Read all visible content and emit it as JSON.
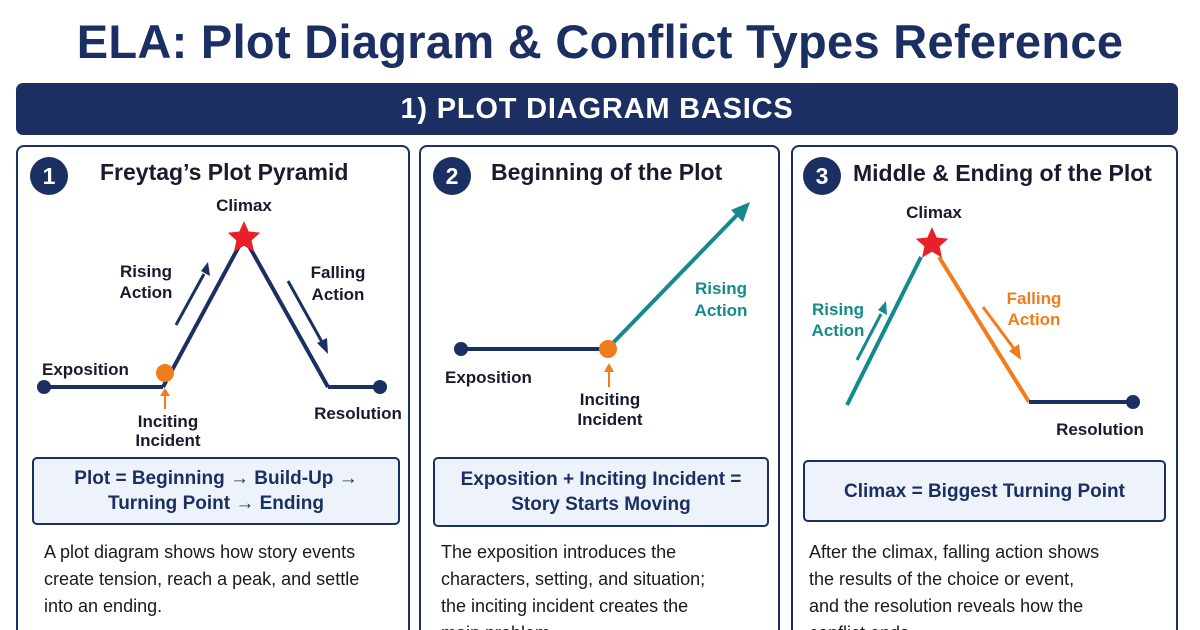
{
  "title": "ELA: Plot Diagram & Conflict Types Reference",
  "section": {
    "label": "1) PLOT DIAGRAM BASICS"
  },
  "colors": {
    "navy": "#1b2f63",
    "teal": "#168a8a",
    "orange": "#f07c1c",
    "red": "#e8202a",
    "box_bg": "#eef3fb"
  },
  "panels": [
    {
      "number": "1",
      "title": "Freytag’s Plot Pyramid",
      "labels": {
        "climax": "Climax",
        "rising_1": "Rising",
        "rising_2": "Action",
        "falling_1": "Falling",
        "falling_2": "Action",
        "exposition": "Exposition",
        "inciting_1": "Inciting",
        "inciting_2": "Incident",
        "resolution": "Resolution"
      },
      "summary_1": "Plot = Beginning → Build-Up →",
      "summary_2": "Turning Point → Ending",
      "desc_1": "A plot diagram shows how story events",
      "desc_2": "create tension, reach a peak, and settle",
      "desc_3": "into an ending."
    },
    {
      "number": "2",
      "title": "Beginning of the Plot",
      "labels": {
        "rising_1": "Rising",
        "rising_2": "Action",
        "exposition": "Exposition",
        "inciting_1": "Inciting",
        "inciting_2": "Incident"
      },
      "summary_1": "Exposition + Inciting Incident =",
      "summary_2": "Story Starts Moving",
      "desc_1": "The exposition introduces the",
      "desc_2": "characters, setting, and situation;",
      "desc_3": "the inciting incident creates the",
      "desc_4": "main problem."
    },
    {
      "number": "3",
      "title": "Middle & Ending of the Plot",
      "labels": {
        "climax": "Climax",
        "rising_1": "Rising",
        "rising_2": "Action",
        "falling_1": "Falling",
        "falling_2": "Action",
        "resolution": "Resolution"
      },
      "summary_1": "Climax = Biggest Turning Point",
      "desc_1": "After the climax, falling action shows",
      "desc_2": "the results of the choice or event,",
      "desc_3": "and the resolution reveals how the",
      "desc_4": "conflict ends."
    }
  ]
}
